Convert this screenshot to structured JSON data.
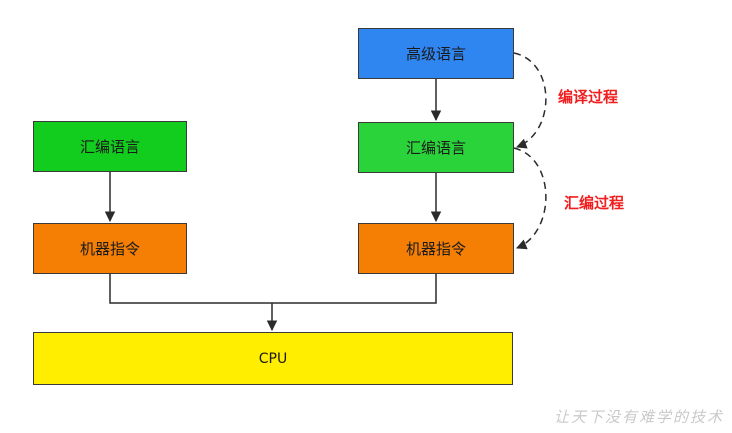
{
  "diagram": {
    "left_column": {
      "assembly": "汇编语言",
      "machine": "机器指令"
    },
    "right_column": {
      "high_level": "高级语言",
      "assembly": "汇编语言",
      "machine": "机器指令"
    },
    "cpu": "CPU",
    "process_labels": {
      "compile": "编译过程",
      "assemble": "汇编过程"
    }
  },
  "watermark": "让天下没有难学的技术",
  "colors": {
    "high_level_box": "#2f86f0",
    "assembly_box": "#12cc1e",
    "machine_box": "#f57f05",
    "cpu_box": "#ffee00",
    "process_label": "#f01e1e"
  }
}
